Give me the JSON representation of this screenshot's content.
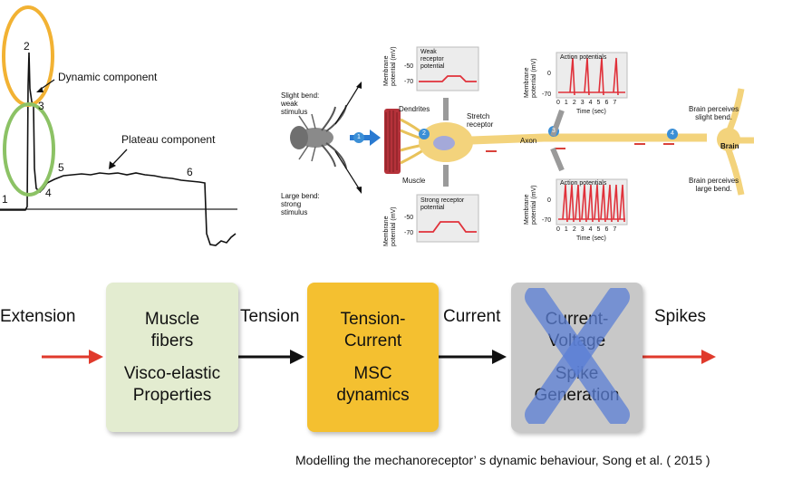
{
  "trace": {
    "points": [
      "1",
      "2",
      "3",
      "4",
      "5",
      "6"
    ],
    "dynamic_label": "Dynamic component",
    "plateau_label": "Plateau component",
    "colors": {
      "top_circle": "#f2b233",
      "bottom_circle": "#8cc265"
    }
  },
  "receptor": {
    "slight_bend": [
      "Slight bend:",
      "weak",
      "stimulus"
    ],
    "large_bend": [
      "Large bend:",
      "strong",
      "stimulus"
    ],
    "dendrites": "Dendrites",
    "stretch_receptor": [
      "Stretch",
      "receptor"
    ],
    "muscle": "Muscle",
    "axon": "Axon",
    "brain": "Brain",
    "brain_slight": [
      "Brain perceives",
      "slight bend."
    ],
    "brain_large": [
      "Brain perceives",
      "large bend."
    ],
    "steps": [
      "1",
      "2",
      "3",
      "4"
    ],
    "receptor_weak": {
      "ylabel": [
        "Membrane",
        "potential (mV)"
      ],
      "title": [
        "Weak",
        "receptor",
        "potential"
      ],
      "ticks": [
        "-50",
        "-70"
      ]
    },
    "receptor_strong": {
      "ylabel": [
        "Membrane",
        "potential (mV)"
      ],
      "title": [
        "Strong receptor",
        "potential"
      ],
      "ticks": [
        "-50",
        "-70"
      ]
    },
    "ap_weak": {
      "ylabel": [
        "Membrane",
        "potential (mV)"
      ],
      "title": "Action potentials",
      "yticks": [
        "0",
        "-70"
      ],
      "xticks": [
        "0",
        "1",
        "2",
        "3",
        "4",
        "5",
        "6",
        "7"
      ],
      "xlabel": "Time (sec)"
    },
    "ap_strong": {
      "ylabel": [
        "Membrane",
        "potential (mV)"
      ],
      "title": "Action potentials",
      "yticks": [
        "0",
        "-70"
      ],
      "xticks": [
        "0",
        "1",
        "2",
        "3",
        "4",
        "5",
        "6",
        "7"
      ],
      "xlabel": "Time (sec)"
    }
  },
  "flow": {
    "extension": "Extension",
    "tension": "Tension",
    "current": "Current",
    "spikes": "Spikes",
    "muscle_box": {
      "line1": "Muscle",
      "line2": "fibers",
      "line3": "Visco-elastic",
      "line4": "Properties"
    },
    "msc_box": {
      "line1": "Tension-",
      "line2": "Current",
      "line3": "MSC",
      "line4": "dynamics"
    },
    "voltage_box": {
      "line1": "Current-",
      "line2": "Voltage",
      "line3": "Spike",
      "line4": "Generation"
    },
    "colors": {
      "red_arrow": "#e03a2c",
      "cross": "#5b7fd6"
    }
  },
  "citation": "Modelling the mechanoreceptor’ s dynamic behaviour, Song et al. ( 2015 )"
}
